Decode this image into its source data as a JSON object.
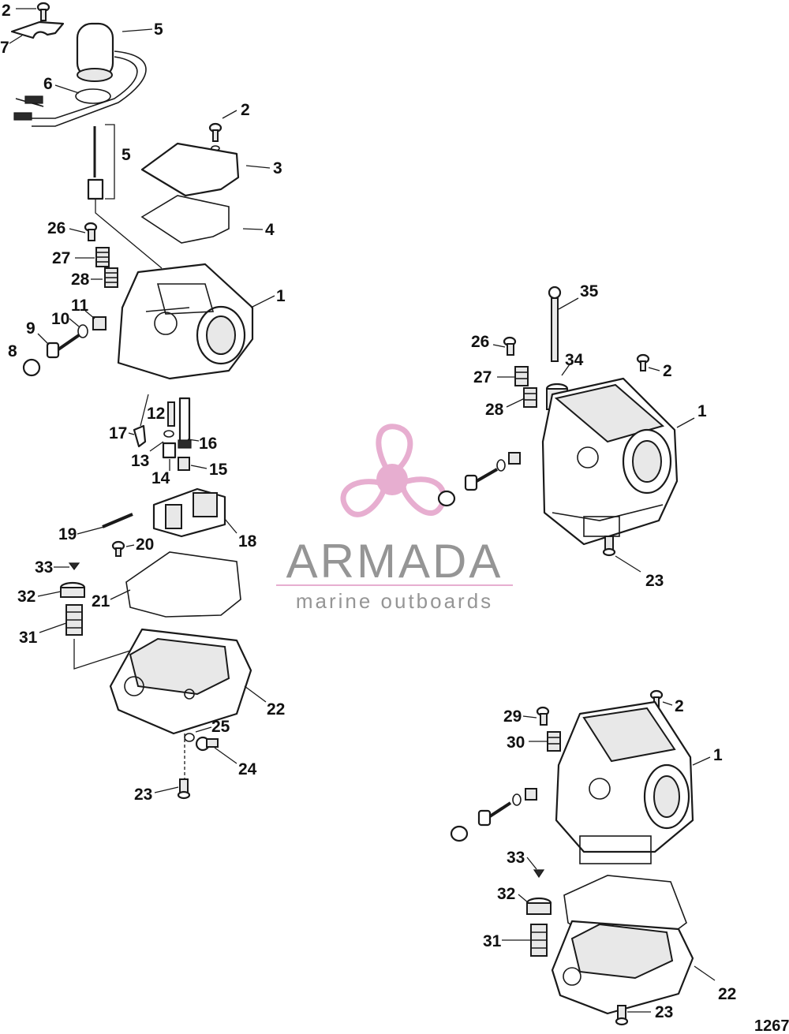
{
  "watermark": {
    "brand": "ARMADA",
    "tagline": "marine outboards",
    "brand_color": "#8a8a8a",
    "accent_color": "#e5a6cb"
  },
  "figure_id": "1267",
  "callouts": {
    "c2a": "2",
    "c7": "7",
    "c5a": "5",
    "c6": "6",
    "c5b": "5",
    "c2b": "2",
    "c3": "3",
    "c4": "4",
    "c26a": "26",
    "c27a": "27",
    "c28a": "28",
    "c1a": "1",
    "c11": "11",
    "c10": "10",
    "c9": "9",
    "c8": "8",
    "c12": "12",
    "c17": "17",
    "c16": "16",
    "c13": "13",
    "c14": "14",
    "c15": "15",
    "c19": "19",
    "c18": "18",
    "c20": "20",
    "c33a": "33",
    "c32a": "32",
    "c21": "21",
    "c31a": "31",
    "c22a": "22",
    "c25": "25",
    "c24": "24",
    "c23a": "23",
    "c35": "35",
    "c26b": "26",
    "c34": "34",
    "c2c": "2",
    "c27b": "27",
    "c28b": "28",
    "c1b": "1",
    "c23b": "23",
    "c2d": "2",
    "c29": "29",
    "c30": "30",
    "c1c": "1",
    "c33b": "33",
    "c32b": "32",
    "c31b": "31",
    "c22b": "22",
    "c23c": "23"
  }
}
